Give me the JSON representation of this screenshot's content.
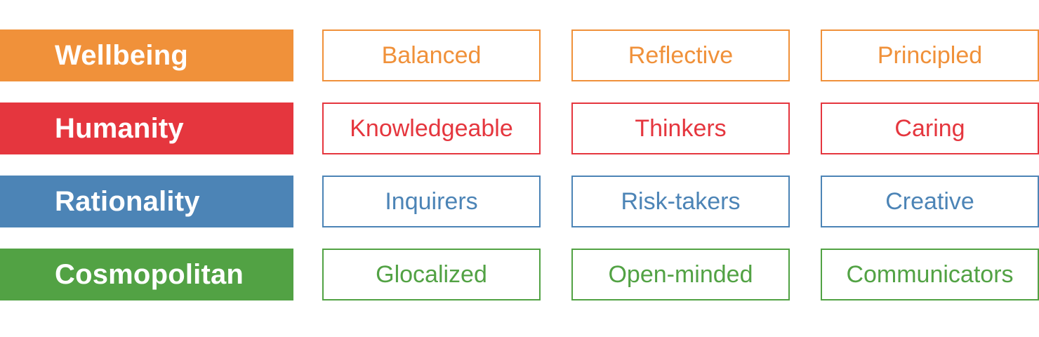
{
  "rows": [
    {
      "category": "Wellbeing",
      "color": "#F0913A",
      "traits": [
        "Balanced",
        "Reflective",
        "Principled"
      ]
    },
    {
      "category": "Humanity",
      "color": "#E5363E",
      "traits": [
        "Knowledgeable",
        "Thinkers",
        "Caring"
      ]
    },
    {
      "category": "Rationality",
      "color": "#4C84B6",
      "traits": [
        "Inquirers",
        "Risk-takers",
        "Creative"
      ]
    },
    {
      "category": "Cosmopolitan",
      "color": "#52A244",
      "traits": [
        "Glocalized",
        "Open-minded",
        "Communicators"
      ]
    }
  ]
}
